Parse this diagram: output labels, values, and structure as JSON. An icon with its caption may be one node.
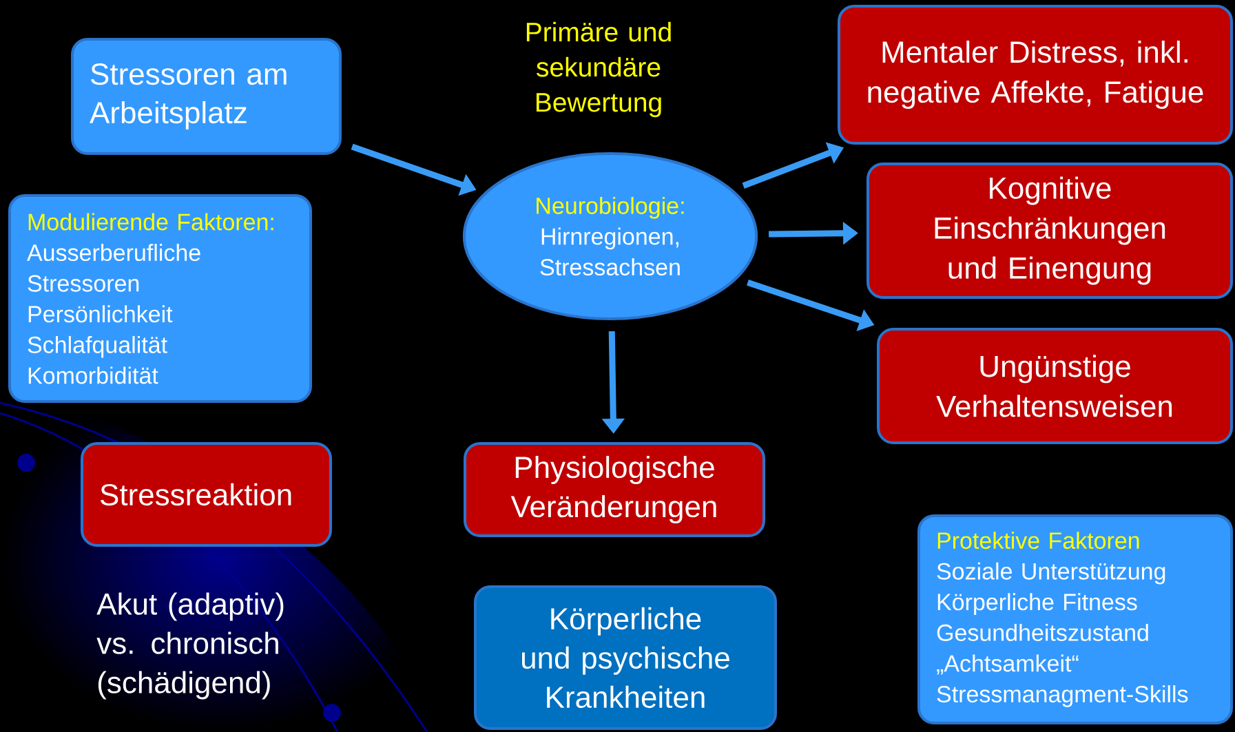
{
  "diagram": {
    "nodes": [
      {
        "text": [
          "Stressoren am Arbeitsplatz"
        ]
      },
      {
        "text": [
          "Modulierende Faktoren:",
          "Ausserberufliche Stressoren",
          "Persönlichkeit",
          "Schlafqualität",
          "Komorbidität"
        ]
      },
      {
        "text": [
          "Neurobiologie:",
          "Hirnregionen, Stressachsen"
        ]
      },
      {
        "text": [
          "Mentaler Distress, inkl. negative Affekte, Fatigue"
        ]
      },
      {
        "text": [
          "Kognitive Einschränkungen und Einengung"
        ]
      },
      {
        "text": [
          "Ungünstige Verhaltensweisen"
        ]
      },
      {
        "text": [
          "Stressreaktion"
        ]
      },
      {
        "text": [
          "Physiologische Veränderungen"
        ]
      },
      {
        "text": [
          "Protektive Faktoren",
          "Soziale Unterstützung",
          "Körperliche Fitness",
          "Gesundheitszustand",
          "„Achtsamkeit“",
          "Stressmanagment-Skills"
        ]
      },
      {
        "text": [
          "Körperliche und psychische Krankheiten"
        ]
      }
    ],
    "edges": [
      {
        "from": 0,
        "to": 2,
        "arrow": "to"
      },
      {
        "from": 2,
        "to": 3,
        "arrow": "to"
      },
      {
        "from": 2,
        "to": 4,
        "arrow": "to"
      },
      {
        "from": 2,
        "to": 5,
        "arrow": "to"
      },
      {
        "from": 2,
        "to": 7,
        "arrow": "to"
      }
    ],
    "labels": [
      "Primäre und sekundäre Bewertung",
      "Akut (adaptiv) vs. chronisch (schädigend)"
    ]
  }
}
